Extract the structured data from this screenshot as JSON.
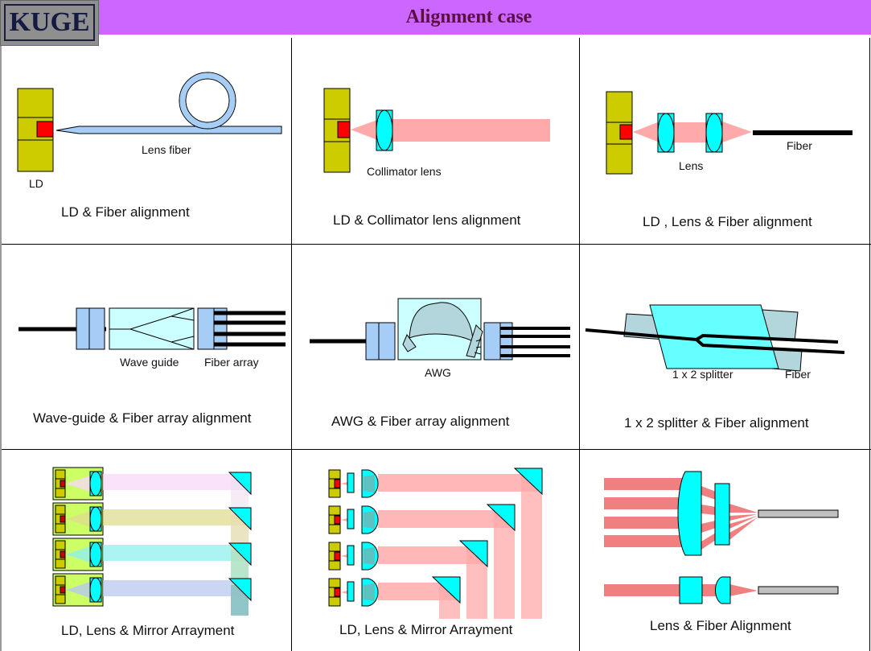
{
  "header": {
    "logo_text": "KUGE",
    "title": "Alignment case",
    "bar_color": "#cc66ff"
  },
  "colors": {
    "ld_body": "#cccc00",
    "ld_emitter": "#ff0000",
    "lens": "#00ffff",
    "beam": "#ffaaaa",
    "fiber_jacket": "#a6cdf5",
    "fiber_core": "#000000",
    "waveguide": "#ccffff",
    "splitter": "#66ffff",
    "fiber_holder": "#b3d6dd",
    "output_fiber": "#c0c0c0"
  },
  "cells": [
    {
      "id": "ld-fiber",
      "caption": "LD & Fiber alignment",
      "labels": {
        "ld": "LD",
        "lens_fiber": "Lens fiber"
      }
    },
    {
      "id": "ld-collimator",
      "caption": "LD & Collimator lens alignment",
      "labels": {
        "collimator": "Collimator lens"
      }
    },
    {
      "id": "ld-lens-fiber",
      "caption": "LD , Lens & Fiber alignment",
      "labels": {
        "lens": "Lens",
        "fiber": "Fiber"
      }
    },
    {
      "id": "waveguide-fiber-array",
      "caption": "Wave-guide & Fiber array alignment",
      "labels": {
        "waveguide": "Wave guide",
        "fiber_array": "Fiber array"
      }
    },
    {
      "id": "awg-fiber-array",
      "caption": "AWG & Fiber array alignment",
      "labels": {
        "awg": "AWG"
      }
    },
    {
      "id": "splitter-fiber",
      "caption": "1 x 2 splitter & Fiber alignment",
      "labels": {
        "splitter": "1 x 2 splitter",
        "fiber": "Fiber"
      }
    },
    {
      "id": "mirror-arrayment-1",
      "caption": "LD, Lens & Mirror Arrayment",
      "beam_colors": [
        "#f8d8f8",
        "#e0dc90",
        "#90f0f0",
        "#b8c8f0"
      ]
    },
    {
      "id": "mirror-arrayment-2",
      "caption": "LD, Lens & Mirror Arrayment"
    },
    {
      "id": "lens-fiber",
      "caption": "Lens & Fiber Alignment"
    }
  ]
}
